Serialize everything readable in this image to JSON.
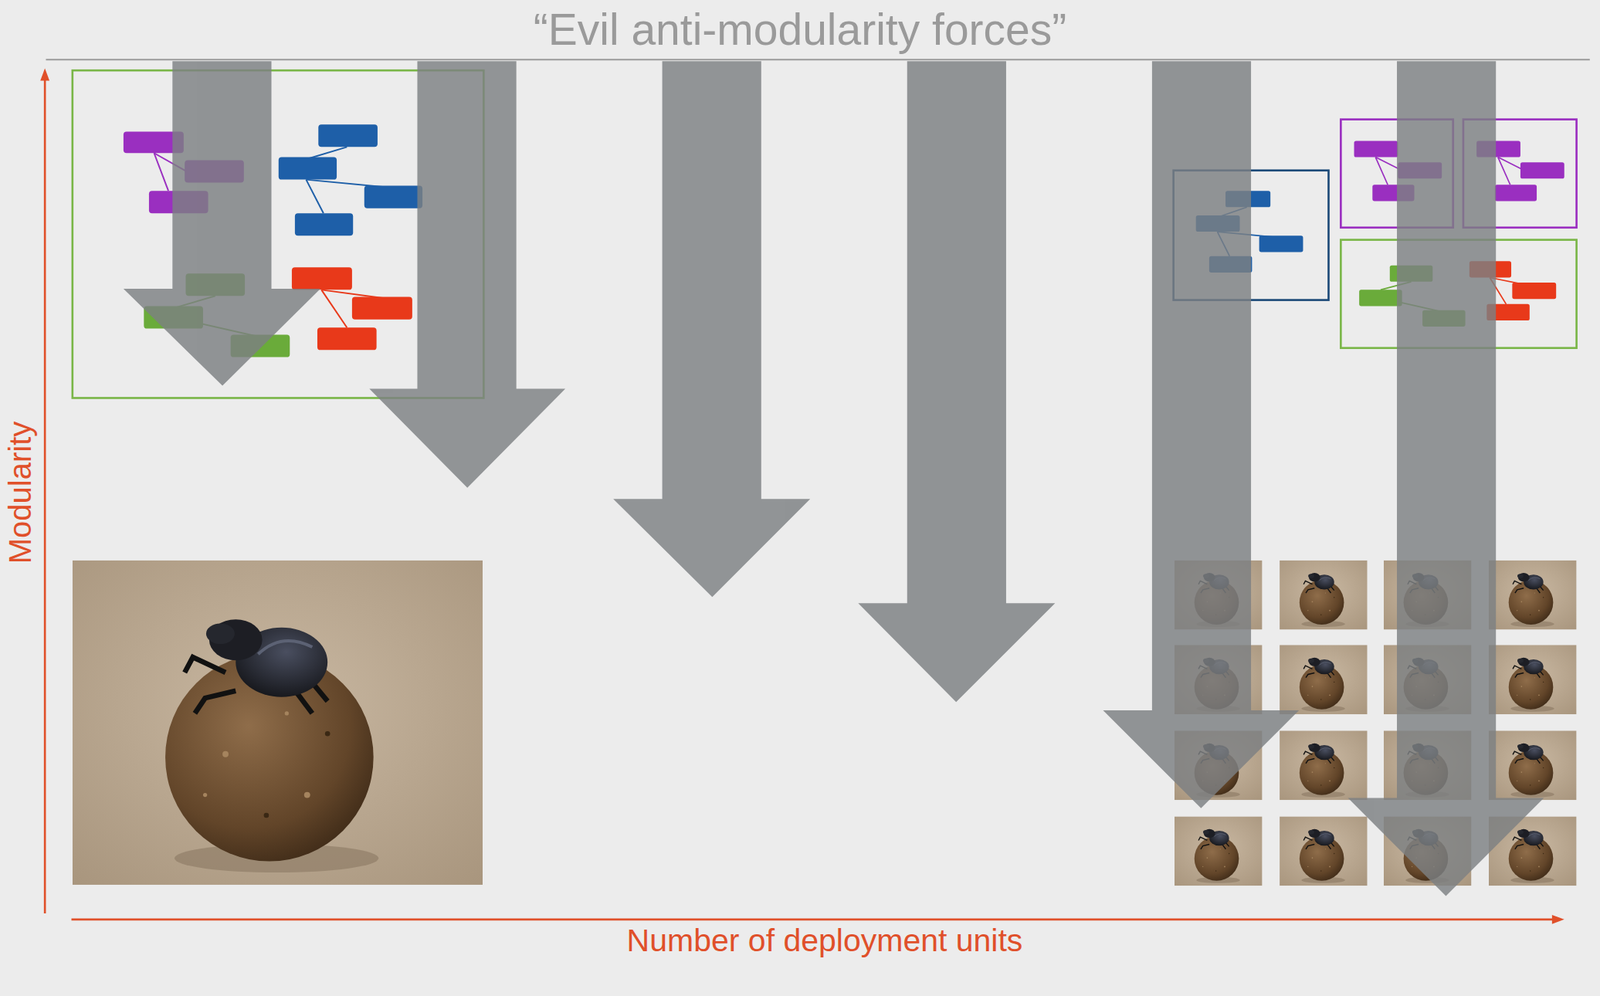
{
  "diagram": {
    "title": "“Evil anti-modularity forces”",
    "labels": [
      "Modularity",
      "Number of deployment units"
    ]
  }
}
